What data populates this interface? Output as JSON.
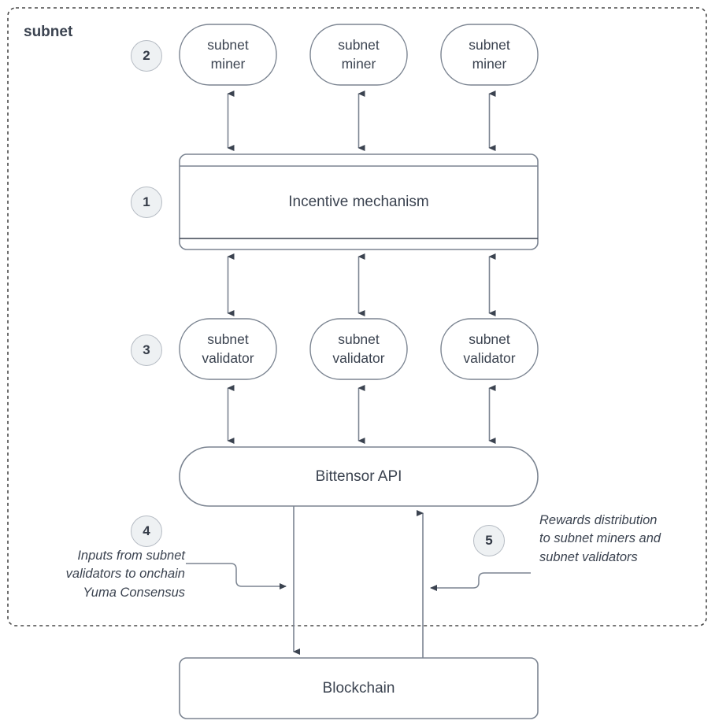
{
  "diagram": {
    "title": "subnet",
    "container_label": "subnet",
    "colors": {
      "stroke": "#7b8491",
      "arrow": "#3b4350",
      "text": "#3b4350",
      "badge_fill": "#eef1f3",
      "badge_stroke": "#b6bcc4",
      "background": "#ffffff"
    },
    "badges": [
      {
        "id": "badge-1",
        "number": "1"
      },
      {
        "id": "badge-2",
        "number": "2"
      },
      {
        "id": "badge-3",
        "number": "3"
      },
      {
        "id": "badge-4",
        "number": "4"
      },
      {
        "id": "badge-5",
        "number": "5"
      }
    ],
    "miners": [
      {
        "label": "subnet\nminer"
      },
      {
        "label": "subnet\nminer"
      },
      {
        "label": "subnet\nminer"
      }
    ],
    "incentive": {
      "label": "Incentive mechanism"
    },
    "validators": [
      {
        "label": "subnet\nvalidator"
      },
      {
        "label": "subnet\nvalidator"
      },
      {
        "label": "subnet\nvalidator"
      }
    ],
    "api": {
      "label": "Bittensor API"
    },
    "blockchain": {
      "label": "Blockchain"
    },
    "notes": [
      {
        "id": "note-inputs",
        "text": "Inputs from subnet\nvalidators to onchain\nYuma Consensus"
      },
      {
        "id": "note-rewards",
        "text": "Rewards distribution\nto subnet miners and\nsubnet validators"
      }
    ]
  }
}
